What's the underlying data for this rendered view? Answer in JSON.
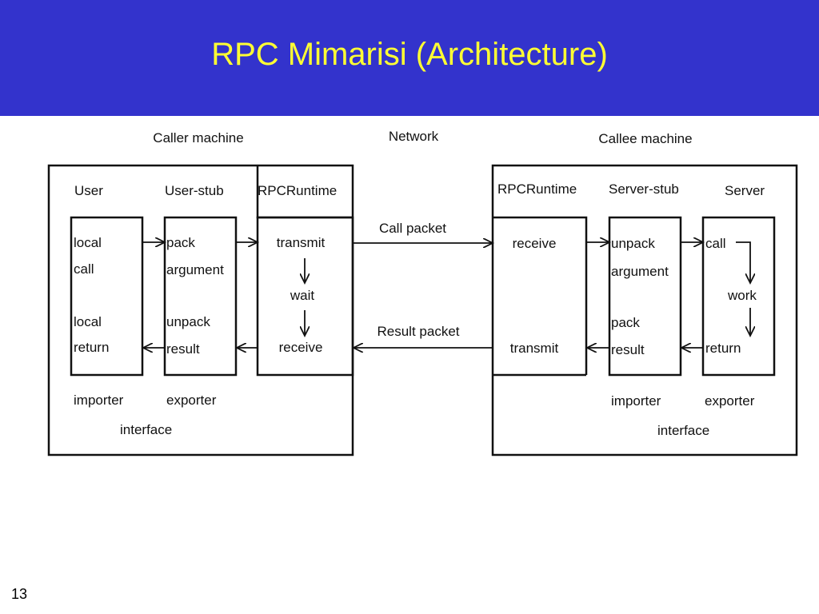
{
  "slide": {
    "title": "RPC Mimarisi (Architecture)",
    "page_number": "13",
    "header_color": "#3333cc",
    "title_color": "#ffff33"
  },
  "diagram": {
    "headings": {
      "caller": "Caller machine",
      "network": "Network",
      "callee": "Callee machine"
    },
    "caller": {
      "user_title": "User",
      "user_stub_title": "User-stub",
      "runtime_title": "RPCRuntime",
      "user_local1": "local",
      "user_call": "call",
      "user_local2": "local",
      "user_return": "return",
      "stub_pack": "pack",
      "stub_argument": "argument",
      "stub_unpack": "unpack",
      "stub_result": "result",
      "rt_transmit": "transmit",
      "rt_wait": "wait",
      "rt_receive": "receive",
      "importer": "importer",
      "exporter": "exporter",
      "interface": "interface"
    },
    "callee": {
      "runtime_title": "RPCRuntime",
      "server_stub_title": "Server-stub",
      "server_title": "Server",
      "rt_receive": "receive",
      "rt_transmit": "transmit",
      "stub_unpack": "unpack",
      "stub_argument": "argument",
      "stub_pack": "pack",
      "stub_result": "result",
      "srv_call": "call",
      "srv_work": "work",
      "srv_return": "return",
      "importer": "importer",
      "exporter": "exporter",
      "interface": "interface"
    },
    "network": {
      "call_packet": "Call packet",
      "result_packet": "Result packet"
    }
  }
}
